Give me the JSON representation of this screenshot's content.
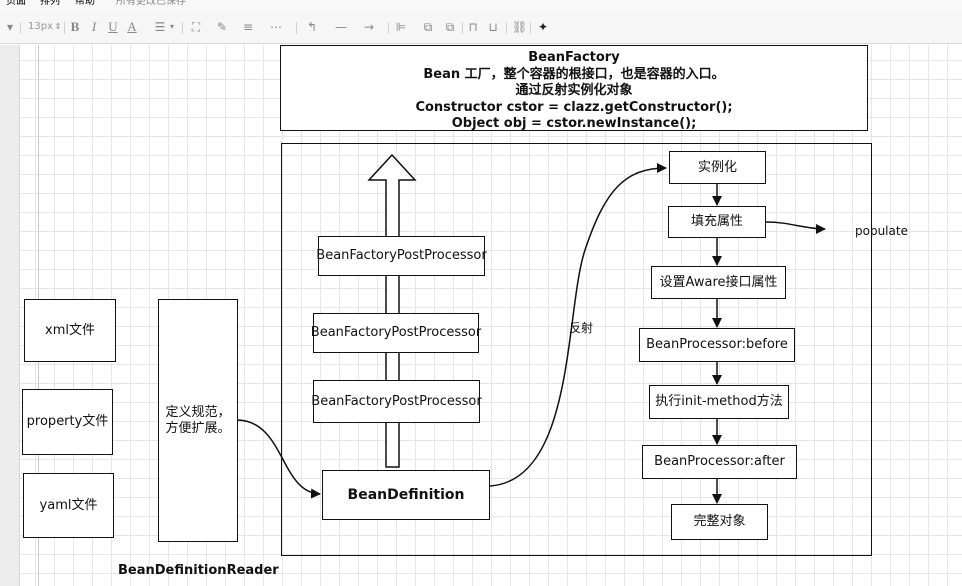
{
  "menu": {
    "items": [
      "页面",
      "排列",
      "帮助"
    ],
    "save_status": "所有更改已保存"
  },
  "toolbar": {
    "font_size": "13px"
  },
  "diagram": {
    "header": {
      "line1": "BeanFactory",
      "line2": "Bean 工厂，整个容器的根接口，也是容器的入口。",
      "line3": "通过反射实例化对象",
      "line4": "Constructor cstor = clazz.getConstructor();",
      "line5": "Object obj = cstor.newInstance();"
    },
    "sources": [
      "xml文件",
      "property文件",
      "yaml文件"
    ],
    "reader_box": {
      "line1": "定义规范，",
      "line2": "方便扩展。"
    },
    "reader_label": "BeanDefinitionReader",
    "post_processors": [
      "BeanFactoryPostProcessor",
      "BeanFactoryPostProcessor",
      "BeanFactoryPostProcessor"
    ],
    "bean_definition": "BeanDefinition",
    "reflection_label": "反射",
    "lifecycle": [
      "实例化",
      "填充属性",
      "设置Aware接口属性",
      "BeanProcessor:before",
      "执行init-method方法",
      "BeanProcessor:after",
      "完整对象"
    ],
    "populate_label": "populate"
  }
}
